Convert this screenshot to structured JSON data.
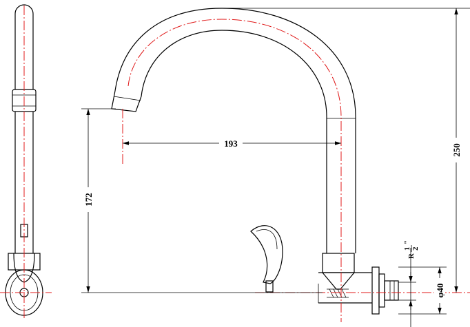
{
  "dimensions": {
    "spout_reach": "193",
    "spout_height": "172",
    "overall_height": "250",
    "pipe_diameter": "φ40"
  },
  "thread": {
    "prefix": "R",
    "numerator": "1",
    "denominator": "2",
    "mark": "\""
  },
  "colors": {
    "outline": "#000000",
    "centerline": "#e01818"
  }
}
